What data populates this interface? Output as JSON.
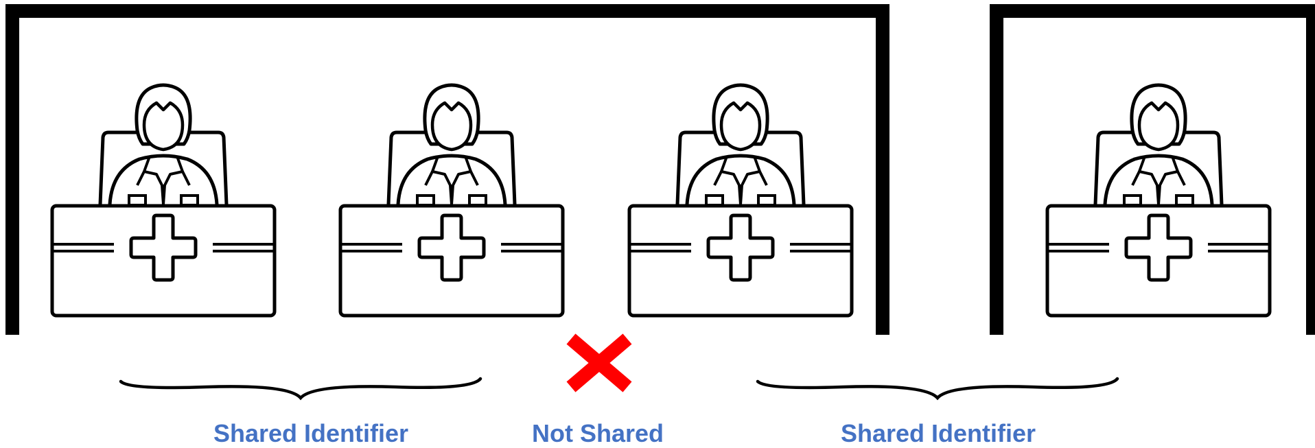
{
  "labels": {
    "left": "Shared Identifier",
    "middle": "Not Shared",
    "right": "Shared Identifier"
  },
  "colors": {
    "label": "#4472C4",
    "cross": "#FF0000",
    "line": "#000000"
  },
  "icons": [
    "receptionist-desk-icon",
    "receptionist-desk-icon",
    "receptionist-desk-icon",
    "receptionist-desk-icon",
    "cross-icon",
    "curly-brace-icon"
  ]
}
